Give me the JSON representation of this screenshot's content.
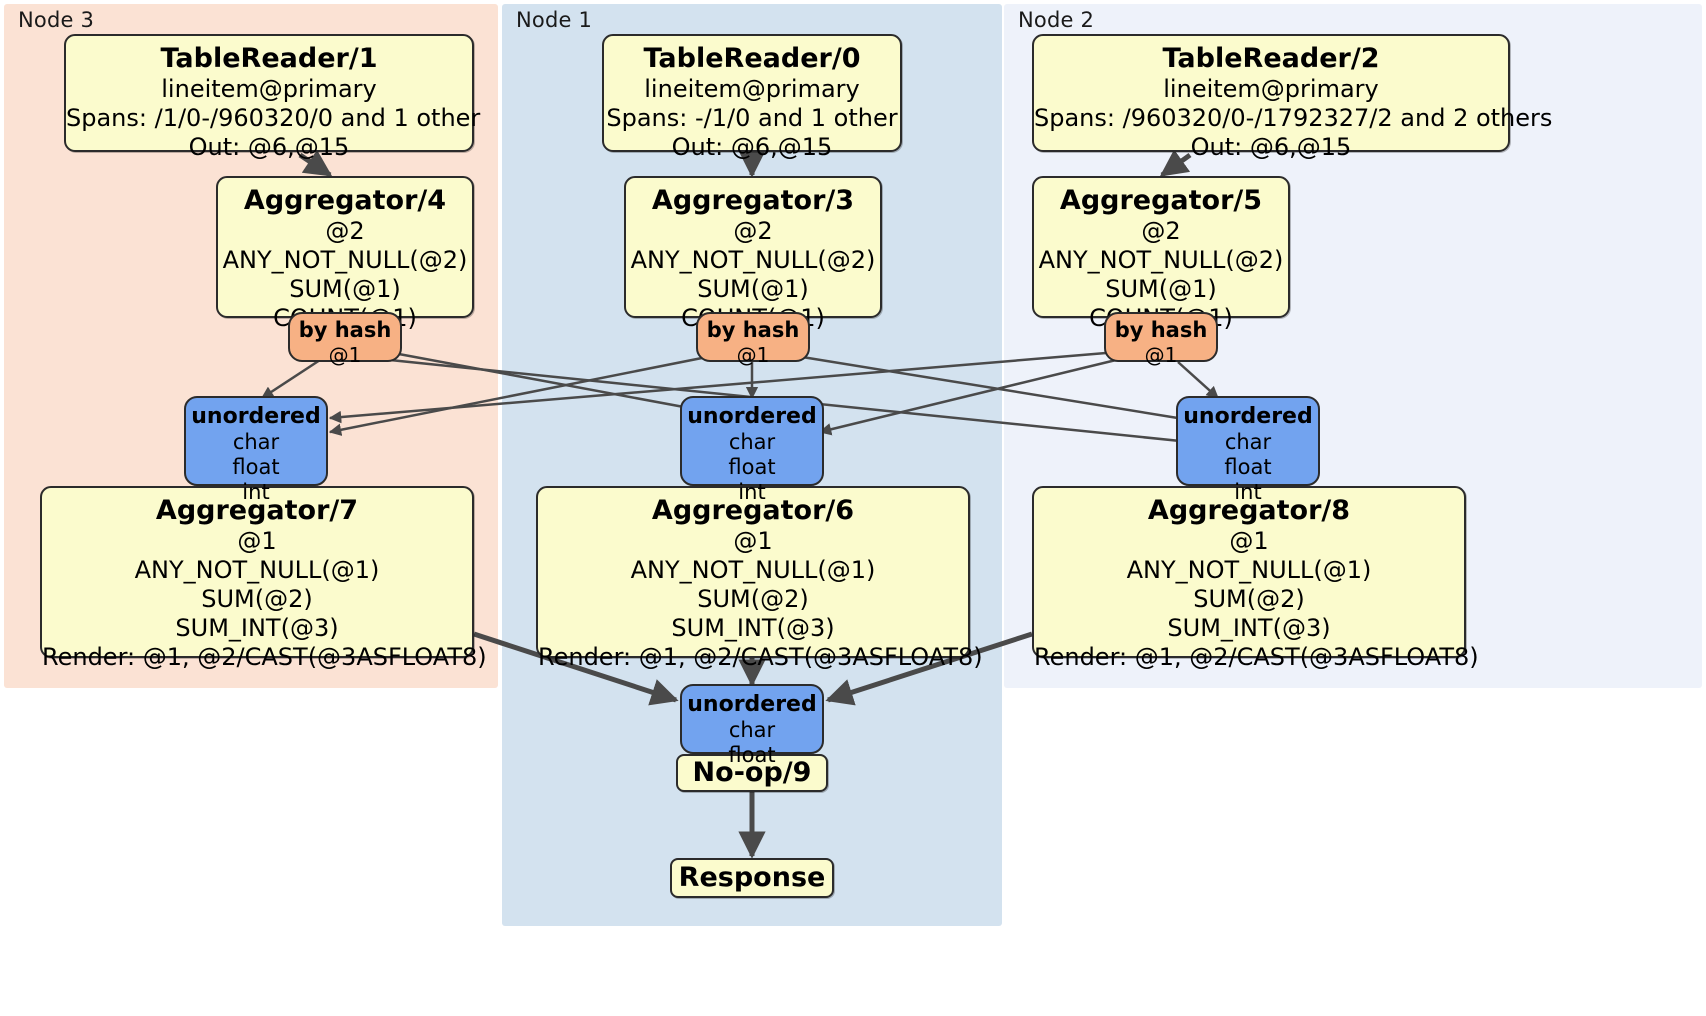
{
  "diagram": {
    "type": "distributed-query-plan",
    "nodes": [
      {
        "key": "node3",
        "label": "Node 3",
        "color": "#fbe2d4"
      },
      {
        "key": "node1",
        "label": "Node 1",
        "color": "#d3e2ef"
      },
      {
        "key": "node2",
        "label": "Node 2",
        "color": "#eef2fa"
      }
    ],
    "readers": {
      "node3": {
        "title": "TableReader/1",
        "table": "lineitem@primary",
        "spans": "Spans: /1/0-/960320/0 and 1 other",
        "out": "Out: @6,@15"
      },
      "node1": {
        "title": "TableReader/0",
        "table": "lineitem@primary",
        "spans": "Spans: -/1/0 and 1 other",
        "out": "Out: @6,@15"
      },
      "node2": {
        "title": "TableReader/2",
        "table": "lineitem@primary",
        "spans": "Spans: /960320/0-/1792327/2 and 2 others",
        "out": "Out: @6,@15"
      }
    },
    "local_aggregators": {
      "node3": {
        "title": "Aggregator/4",
        "group": "@2",
        "agg1": "ANY_NOT_NULL(@2)",
        "agg2": "SUM(@1)",
        "agg3": "COUNT(@1)"
      },
      "node1": {
        "title": "Aggregator/3",
        "group": "@2",
        "agg1": "ANY_NOT_NULL(@2)",
        "agg2": "SUM(@1)",
        "agg3": "COUNT(@1)"
      },
      "node2": {
        "title": "Aggregator/5",
        "group": "@2",
        "agg1": "ANY_NOT_NULL(@2)",
        "agg2": "SUM(@1)",
        "agg3": "COUNT(@1)"
      }
    },
    "routers": {
      "node3": {
        "title": "by hash",
        "column": "@1"
      },
      "node1": {
        "title": "by hash",
        "column": "@1"
      },
      "node2": {
        "title": "by hash",
        "column": "@1"
      }
    },
    "synchronizers": {
      "node3": {
        "title": "unordered",
        "types": [
          "char",
          "float",
          "int"
        ]
      },
      "node1": {
        "title": "unordered",
        "types": [
          "char",
          "float",
          "int"
        ]
      },
      "node2": {
        "title": "unordered",
        "types": [
          "char",
          "float",
          "int"
        ]
      },
      "final": {
        "title": "unordered",
        "types": [
          "char",
          "float"
        ]
      }
    },
    "final_aggregators": {
      "node3": {
        "title": "Aggregator/7",
        "group": "@1",
        "agg1": "ANY_NOT_NULL(@1)",
        "agg2": "SUM(@2)",
        "agg3": "SUM_INT(@3)",
        "render": "Render: @1, @2/CAST(@3ASFLOAT8)"
      },
      "node1": {
        "title": "Aggregator/6",
        "group": "@1",
        "agg1": "ANY_NOT_NULL(@1)",
        "agg2": "SUM(@2)",
        "agg3": "SUM_INT(@3)",
        "render": "Render: @1, @2/CAST(@3ASFLOAT8)"
      },
      "node2": {
        "title": "Aggregator/8",
        "group": "@1",
        "agg1": "ANY_NOT_NULL(@1)",
        "agg2": "SUM(@2)",
        "agg3": "SUM_INT(@3)",
        "render": "Render: @1, @2/CAST(@3ASFLOAT8)"
      }
    },
    "noop": {
      "title": "No-op/9"
    },
    "response": {
      "title": "Response"
    },
    "colors": {
      "processor_fill": "#fbfbcd",
      "router_fill": "#f7b184",
      "synchronizer_fill": "#72a3ef",
      "node3_bg": "#fbe2d4",
      "node1_bg": "#d3e2ef",
      "node2_bg": "#eef2fa",
      "edge": "#4a4a4a",
      "border": "#2b2b2b"
    }
  }
}
